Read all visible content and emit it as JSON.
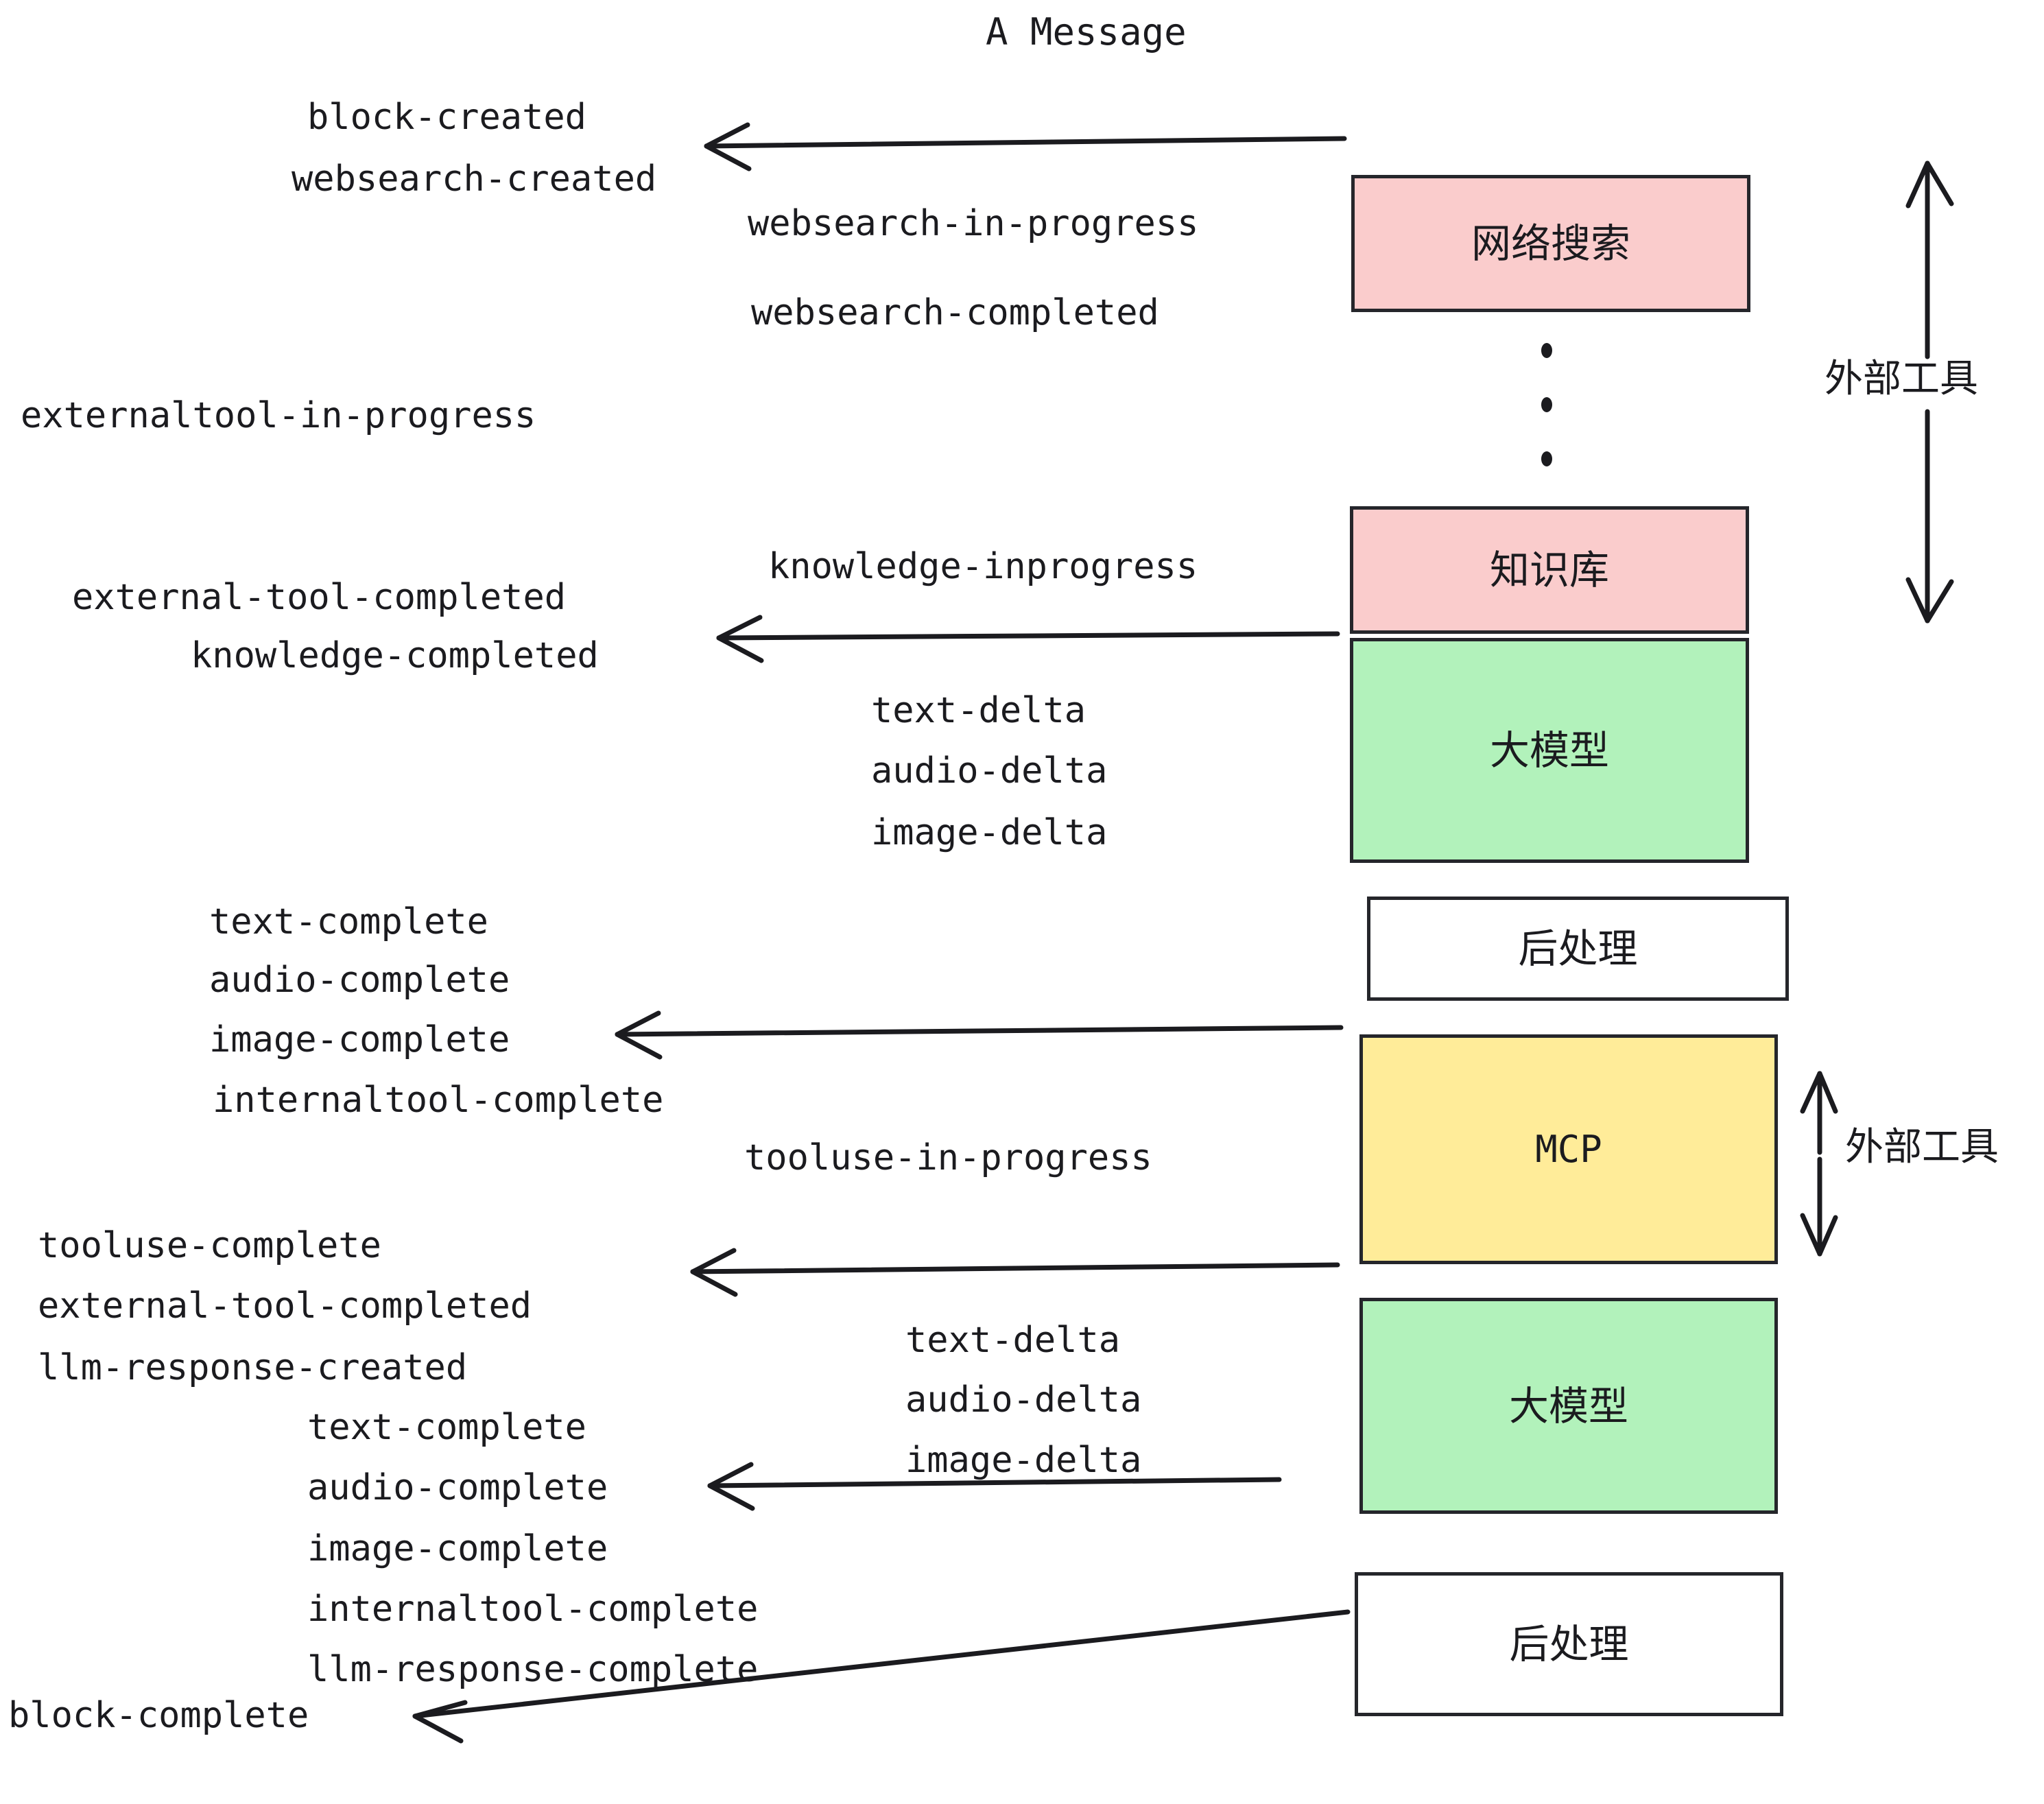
{
  "diagram": {
    "title": "A Message",
    "colors": {
      "pink": "#FACCCC",
      "green": "#B2F2BB",
      "yellow": "#FFEC99",
      "white": "#FFFFFF",
      "stroke": "#25262B",
      "text": "#1B1B1F",
      "background": "#FFFFFF"
    },
    "nodes": [
      {
        "id": "websearch",
        "label": "网络搜索",
        "fill": "#FACCCC"
      },
      {
        "id": "knowledgebase",
        "label": "知识库",
        "fill": "#FACCCC"
      },
      {
        "id": "llm-1",
        "label": "大模型",
        "fill": "#B2F2BB"
      },
      {
        "id": "postprocess-1",
        "label": "后处理",
        "fill": "#FFFFFF"
      },
      {
        "id": "mcp",
        "label": "MCP",
        "fill": "#FFEC99"
      },
      {
        "id": "llm-2",
        "label": "大模型",
        "fill": "#B2F2BB"
      },
      {
        "id": "postprocess-2",
        "label": "后处理",
        "fill": "#FFFFFF"
      }
    ],
    "side_labels": [
      {
        "id": "external-tools-top",
        "label": "外部工具"
      },
      {
        "id": "external-tools-bottom",
        "label": "外部工具"
      }
    ],
    "events": [
      {
        "id": "block-created",
        "label": "block-created"
      },
      {
        "id": "websearch-created",
        "label": "websearch-created"
      },
      {
        "id": "websearch-in-progress",
        "label": "websearch-in-progress"
      },
      {
        "id": "websearch-completed",
        "label": "websearch-completed"
      },
      {
        "id": "externaltool-in-progress",
        "label": "externaltool-in-progress"
      },
      {
        "id": "knowledge-inprogress",
        "label": "knowledge-inprogress"
      },
      {
        "id": "external-tool-completed-1",
        "label": "external-tool-completed"
      },
      {
        "id": "knowledge-completed",
        "label": "knowledge-completed"
      },
      {
        "id": "text-delta-1",
        "label": "text-delta"
      },
      {
        "id": "audio-delta-1",
        "label": "audio-delta"
      },
      {
        "id": "image-delta-1",
        "label": "image-delta"
      },
      {
        "id": "text-complete-1",
        "label": "text-complete"
      },
      {
        "id": "audio-complete-1",
        "label": "audio-complete"
      },
      {
        "id": "image-complete-1",
        "label": "image-complete"
      },
      {
        "id": "internaltool-complete-1",
        "label": "internaltool-complete"
      },
      {
        "id": "tooluse-in-progress",
        "label": "tooluse-in-progress"
      },
      {
        "id": "tooluse-complete",
        "label": "tooluse-complete"
      },
      {
        "id": "external-tool-completed-2",
        "label": "external-tool-completed"
      },
      {
        "id": "llm-response-created",
        "label": "llm-response-created"
      },
      {
        "id": "text-delta-2",
        "label": "text-delta"
      },
      {
        "id": "audio-delta-2",
        "label": "audio-delta"
      },
      {
        "id": "image-delta-2",
        "label": "image-delta"
      },
      {
        "id": "text-complete-2",
        "label": "text-complete"
      },
      {
        "id": "audio-complete-2",
        "label": "audio-complete"
      },
      {
        "id": "image-complete-2",
        "label": "image-complete"
      },
      {
        "id": "internaltool-complete-2",
        "label": "internaltool-complete"
      },
      {
        "id": "llm-response-complete",
        "label": "llm-response-complete"
      },
      {
        "id": "block-complete",
        "label": "block-complete"
      }
    ],
    "ellipsis": {
      "id": "vertical-ellipsis",
      "dots": 3
    }
  }
}
